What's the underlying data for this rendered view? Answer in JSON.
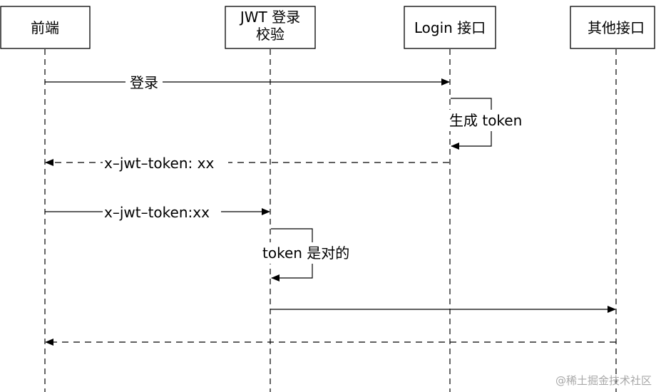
{
  "actors": [
    {
      "id": "frontend",
      "lines": [
        "前端"
      ]
    },
    {
      "id": "jwt",
      "lines": [
        "JWT 登录",
        "校验"
      ]
    },
    {
      "id": "login",
      "lines": [
        "Login 接口"
      ]
    },
    {
      "id": "other",
      "lines": [
        "其他接口"
      ]
    }
  ],
  "messages": {
    "login_request": "登录",
    "generate_token": "生成 token",
    "token_response": "x–jwt–token: xx",
    "token_request": "x–jwt–token:xx",
    "token_valid": "token 是对的",
    "forward_request": "",
    "final_response": ""
  },
  "watermark": "@稀土掘金技术社区"
}
